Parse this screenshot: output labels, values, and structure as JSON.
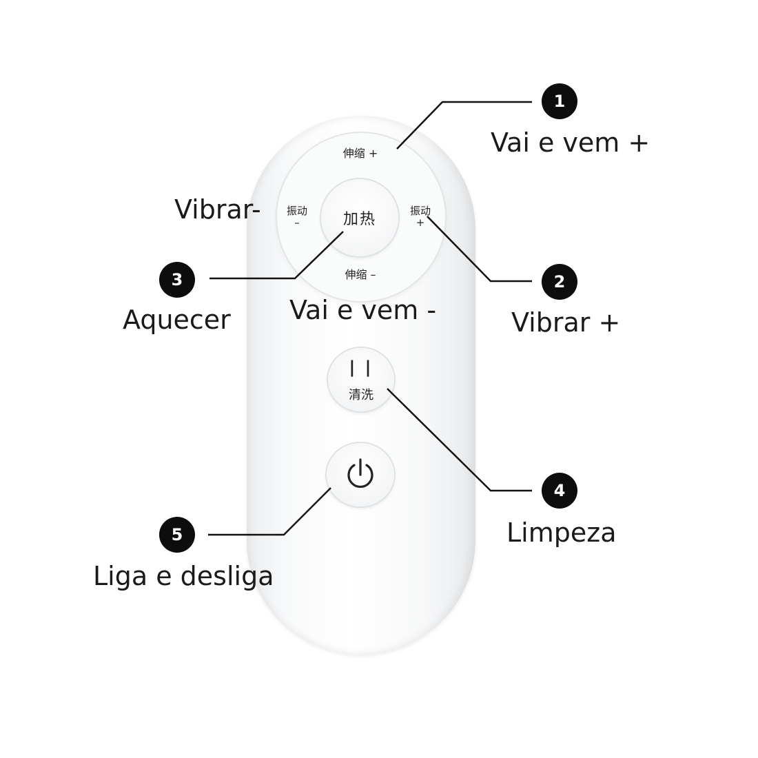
{
  "remote": {
    "buttons": {
      "up": "伸缩 +",
      "down": "伸缩 –",
      "left_line1": "振动",
      "left_line2": "–",
      "right_line1": "振动",
      "right_line2": "+",
      "center": "加热",
      "clean_symbol": "| |",
      "clean_label": "清洗",
      "power_icon": "power-icon"
    }
  },
  "callouts": [
    {
      "number": "1",
      "label": "Vai e vem +"
    },
    {
      "number": "2",
      "label": "Vibrar +"
    },
    {
      "number": "3",
      "label": "Aquecer"
    },
    {
      "number": "4",
      "label": "Limpeza"
    },
    {
      "number": "5",
      "label": "Liga e desliga"
    }
  ],
  "side_labels": {
    "left": "Vibrar-",
    "bottom": "Vai e vem -"
  },
  "colors": {
    "marker": "#0d0d0d",
    "line": "#111111",
    "background": "#ffffff"
  }
}
